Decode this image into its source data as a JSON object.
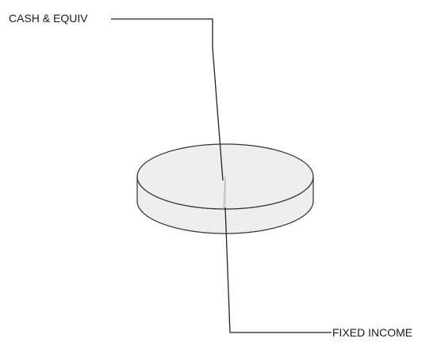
{
  "chart_data": {
    "type": "pie",
    "style": "3d",
    "categories": [
      "CASH & EQUIV",
      "FIXED INCOME"
    ],
    "values": [
      0.3,
      99.7
    ],
    "legend": "none",
    "colors": {
      "pie_fill": "#f0f0f0",
      "outline": "#333333"
    }
  }
}
